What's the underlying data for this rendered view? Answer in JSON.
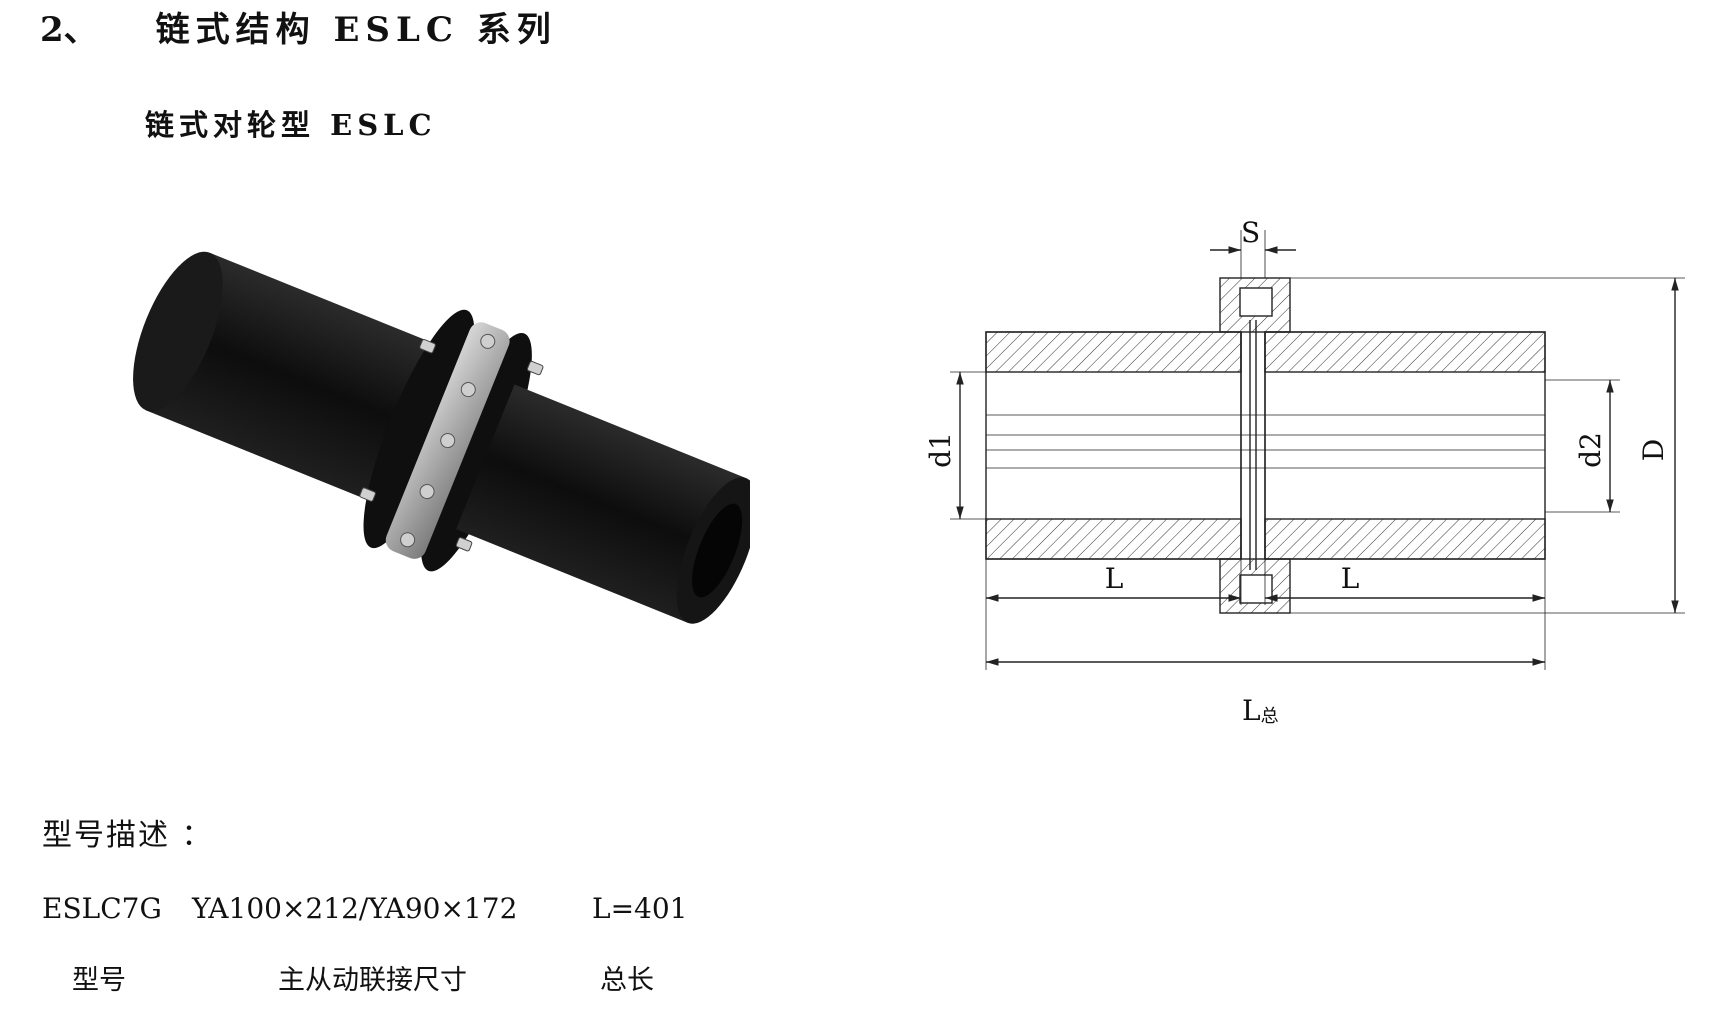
{
  "section": {
    "number": "2、",
    "title": "链式结构 ESLC 系列"
  },
  "subtitle": "链式对轮型 ESLC",
  "drawing": {
    "dim_s": "S",
    "dim_d1": "d1",
    "dim_d2": "d2",
    "dim_D": "D",
    "dim_L_left": "L",
    "dim_L_right": "L",
    "dim_total_main": "L",
    "dim_total_sub": "总"
  },
  "model_description": {
    "heading": "型号描述 ：",
    "code_model": "ESLC7G",
    "code_sizes": "YA100×212/YA90×172",
    "code_length": "L=401",
    "label_model": "型号",
    "label_sizes": "主从动联接尺寸",
    "label_length": "总长"
  },
  "colors": {
    "hub": "#111111",
    "chain": "#8a8a8a",
    "line": "#222222"
  }
}
